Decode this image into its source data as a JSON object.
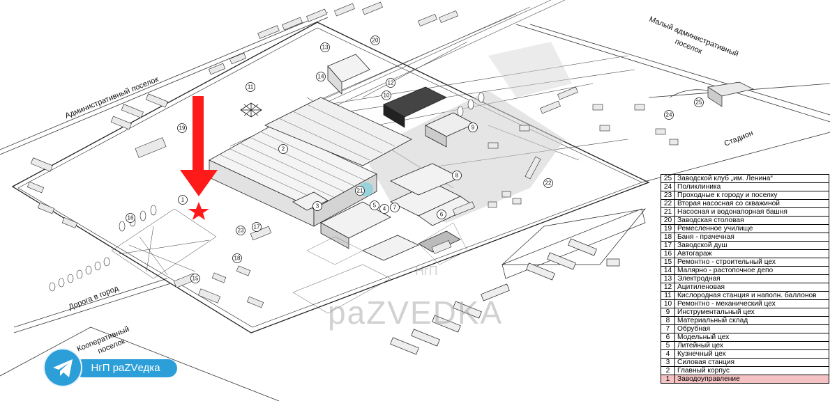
{
  "map": {
    "road_labels": {
      "admin_village": "Административный поселок",
      "small_admin_village": "Малый административный",
      "village": "поселок",
      "stadium": "Стадион",
      "road_to_city": "Дорога в город",
      "coop_village": "Кооперативный",
      "coop_village2": "поселок"
    },
    "watermark": "paZVEDKA",
    "watermark_small": "НгП",
    "accent_color": "#ff1a1a",
    "marker": "red-arrow and star at building 1",
    "callouts": [
      "1",
      "2",
      "3",
      "4",
      "5",
      "6",
      "7",
      "8",
      "9",
      "10",
      "11",
      "12",
      "13",
      "14",
      "15",
      "16",
      "17",
      "18",
      "19",
      "20",
      "21",
      "22",
      "23",
      "24",
      "25"
    ]
  },
  "legend": [
    {
      "num": "25",
      "label": "Заводской клуб „им. Ленина“"
    },
    {
      "num": "24",
      "label": "Поликлиника"
    },
    {
      "num": "23",
      "label": "Проходные к городу и поселку"
    },
    {
      "num": "22",
      "label": "Вторая насосная со скважиной"
    },
    {
      "num": "21",
      "label": "Насосная и водонапорная башня"
    },
    {
      "num": "20",
      "label": "Заводская столовая"
    },
    {
      "num": "19",
      "label": "Ремесленное училище"
    },
    {
      "num": "18",
      "label": "Баня - прачечная"
    },
    {
      "num": "17",
      "label": "Заводской душ"
    },
    {
      "num": "16",
      "label": "Автогараж"
    },
    {
      "num": "15",
      "label": "Ремонтно - строительный цех"
    },
    {
      "num": "14",
      "label": "Малярно - растопочное депо"
    },
    {
      "num": "13",
      "label": "Электродная"
    },
    {
      "num": "12",
      "label": "Ацитиленовая"
    },
    {
      "num": "11",
      "label": "Кислородная станция и наполн. баллонов"
    },
    {
      "num": "10",
      "label": "Ремонтно - механический цех"
    },
    {
      "num": "9",
      "label": "Инструментальный цех"
    },
    {
      "num": "8",
      "label": "Материальный склад"
    },
    {
      "num": "7",
      "label": "Обрубная"
    },
    {
      "num": "6",
      "label": "Модельный цех"
    },
    {
      "num": "5",
      "label": "Литейный цех"
    },
    {
      "num": "4",
      "label": "Кузнечный цех"
    },
    {
      "num": "3",
      "label": "Силовая станция"
    },
    {
      "num": "2",
      "label": "Главный корпус"
    },
    {
      "num": "1",
      "label": "Заводоуправление",
      "highlight": true
    }
  ],
  "badge": {
    "label": "НгП раZVедка",
    "brand_color": "#2c9fd9",
    "icon": "telegram-plane-icon"
  }
}
